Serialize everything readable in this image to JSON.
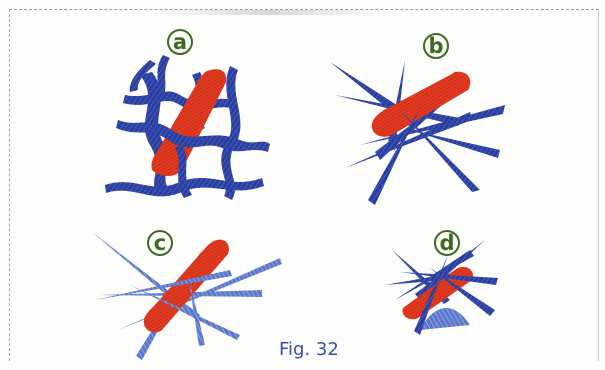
{
  "panels": [
    {
      "letter": "a"
    },
    {
      "letter": "b"
    },
    {
      "letter": "c"
    },
    {
      "letter": "d"
    }
  ],
  "caption": "Fig. 32",
  "colors": {
    "blue_filament": "#2a3fa0",
    "light_blue_filament": "#4f6fc8",
    "red_fiber": "#e23a1f",
    "red_fiber_dark": "#b8261a",
    "letter_circle": "#3f6b1f"
  }
}
